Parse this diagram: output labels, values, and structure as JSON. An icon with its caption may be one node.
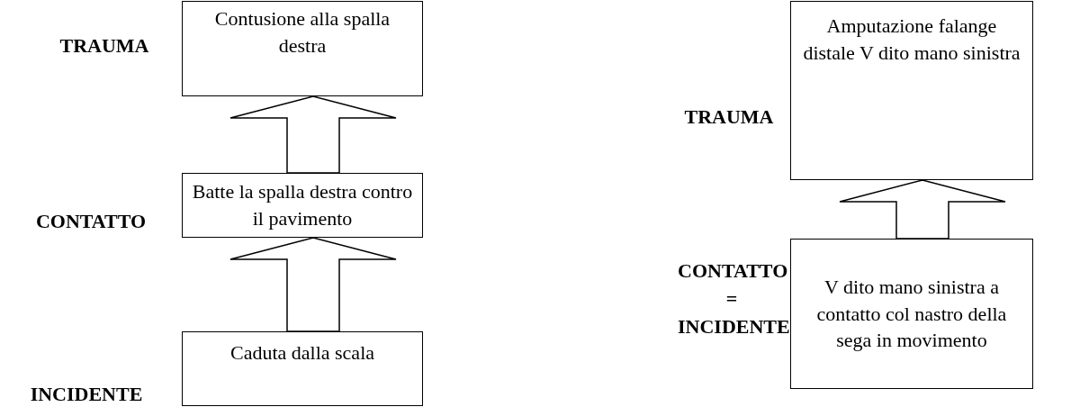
{
  "diagram": {
    "nodes": [
      {
        "text": [
          "Contusione alla spalla destra"
        ],
        "beside": [
          "TRAUMA"
        ]
      },
      {
        "text": [
          "Batte la spalla destra contro il pavimento"
        ],
        "beside": [
          "CONTATTO"
        ]
      },
      {
        "text": [
          "Caduta dalla scala"
        ],
        "beside": [
          "INCIDENTE"
        ]
      },
      {
        "text": [
          "Amputazione falange distale V dito mano sinistra"
        ],
        "beside": [
          "TRAUMA"
        ]
      },
      {
        "text": [
          "V dito mano sinistra a contatto col nastro della sega in movimento"
        ],
        "beside": [
          "CONTATTO = INCIDENTE"
        ]
      }
    ],
    "edges": [
      {
        "from": 2,
        "to": 1,
        "arrow": "to"
      },
      {
        "from": 1,
        "to": 0,
        "arrow": "to"
      },
      {
        "from": 4,
        "to": 3,
        "arrow": "to"
      }
    ]
  }
}
